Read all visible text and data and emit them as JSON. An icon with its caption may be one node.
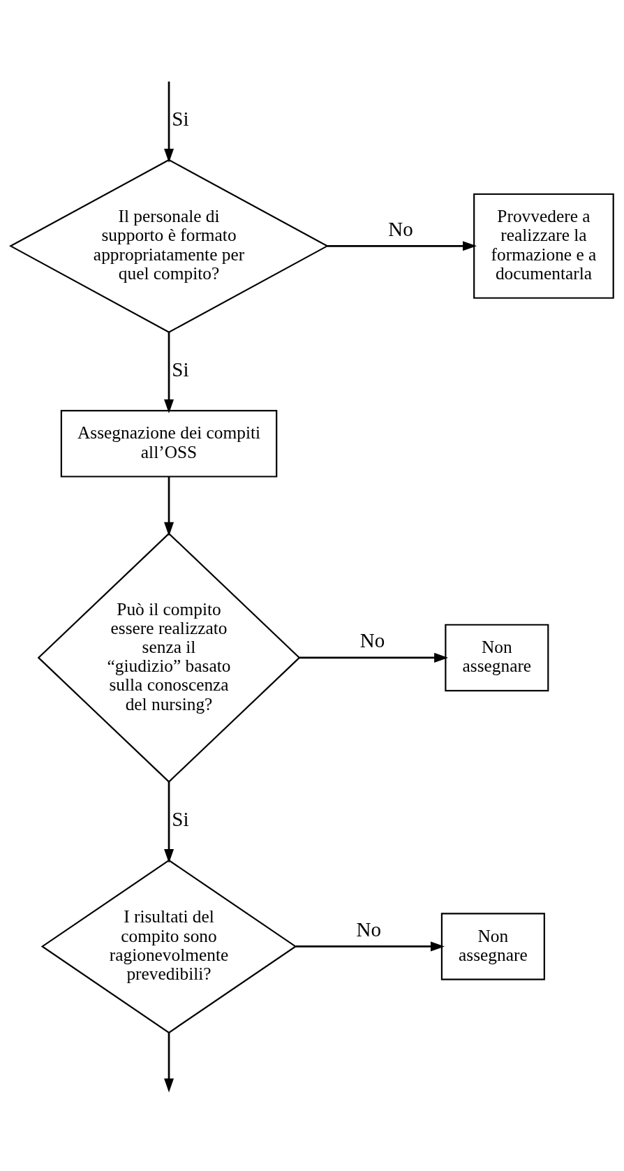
{
  "diagram": {
    "nodes": [
      {
        "text": [
          "Il personale di supporto è formato appropriatamente per quel compito?"
        ]
      },
      {
        "text": [
          "Provvedere a realizzare la formazione e a documentarla"
        ]
      },
      {
        "text": [
          "Assegnazione dei compiti all’OSS"
        ]
      },
      {
        "text": [
          "Può il compito essere realizzato senza il “giudizio” basato sulla conoscenza del nursing?"
        ]
      },
      {
        "text": [
          "Non assegnare"
        ]
      },
      {
        "text": [
          "I risultati del compito sono ragionevolmente prevedibili?"
        ]
      },
      {
        "text": [
          "Non assegnare"
        ]
      }
    ],
    "edges": [
      {
        "from": null,
        "to": 0,
        "arrow": "to",
        "label": "Si"
      },
      {
        "from": 0,
        "to": 1,
        "arrow": "to",
        "label": "No"
      },
      {
        "from": 0,
        "to": 2,
        "arrow": "to",
        "label": "Si"
      },
      {
        "from": 2,
        "to": 3,
        "arrow": "to"
      },
      {
        "from": 3,
        "to": 4,
        "arrow": "to",
        "label": "No"
      },
      {
        "from": 3,
        "to": 5,
        "arrow": "to",
        "label": "Si"
      },
      {
        "from": 5,
        "to": 6,
        "arrow": "to",
        "label": "No"
      },
      {
        "from": 5,
        "to": null,
        "arrow": "to"
      }
    ]
  }
}
